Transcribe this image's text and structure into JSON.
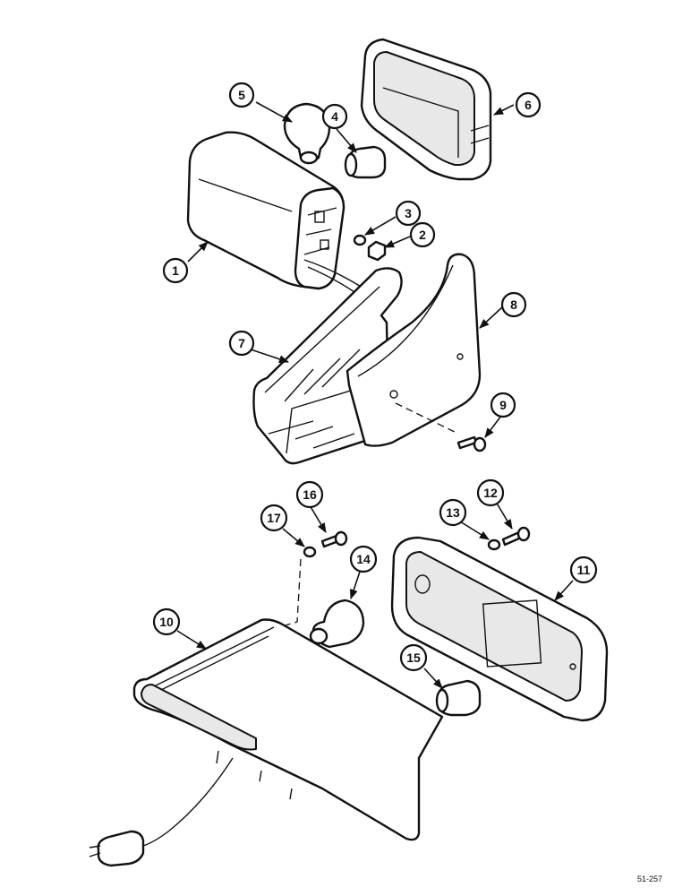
{
  "callouts": {
    "c1": "1",
    "c2": "2",
    "c3": "3",
    "c4": "4",
    "c5": "5",
    "c6": "6",
    "c7": "7",
    "c8": "8",
    "c9": "9",
    "c10": "10",
    "c11": "11",
    "c12": "12",
    "c13": "13",
    "c14": "14",
    "c15": "15",
    "c16": "16",
    "c17": "17"
  },
  "drawing_ref": "51-257"
}
